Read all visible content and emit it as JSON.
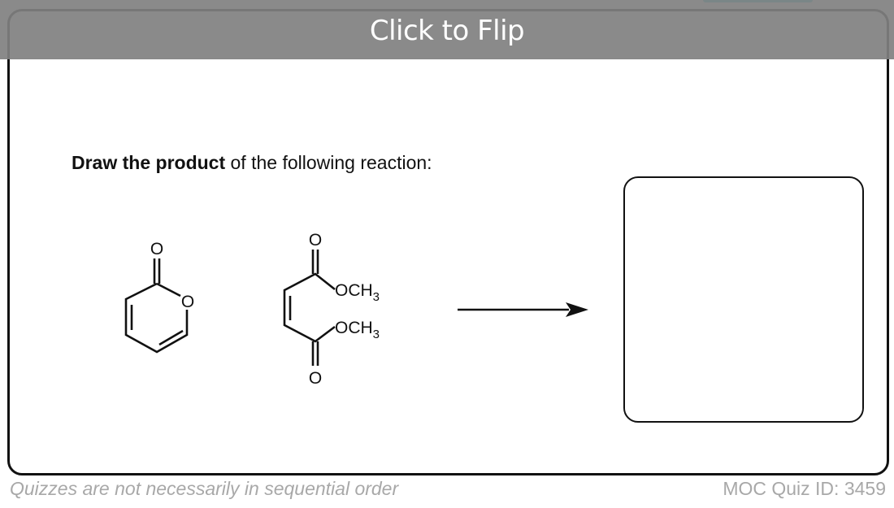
{
  "banner": {
    "label": "Click to Flip"
  },
  "question": {
    "bold": "Draw the product",
    "rest": " of the following reaction:"
  },
  "molecules": {
    "pyranone": {
      "carbonyl_o": "O",
      "ring_o": "O"
    },
    "maleate": {
      "top_o": "O",
      "bottom_o": "O",
      "ester_top": "OCH",
      "ester_bottom": "OCH",
      "subscript": "3"
    }
  },
  "footer": {
    "note": "Quizzes are not necessarily in sequential order",
    "quiz_id": "MOC Quiz ID: 3459"
  },
  "colors": {
    "banner": "#808080",
    "accent": "#3cc6d4",
    "footer_text": "#a8a8a8"
  }
}
